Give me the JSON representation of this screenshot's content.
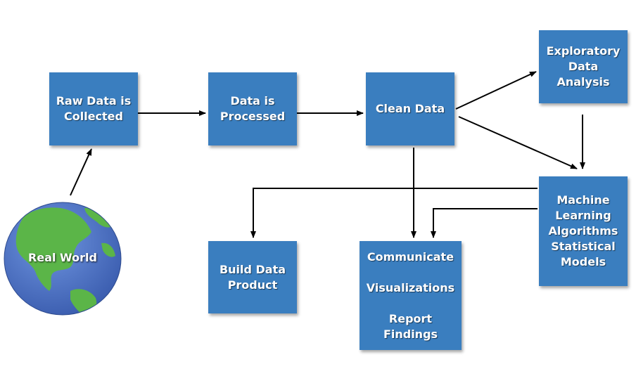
{
  "nodes": {
    "raw": [
      "Raw Data is",
      "Collected"
    ],
    "processed": [
      "Data is",
      "Processed"
    ],
    "clean": [
      "Clean Data"
    ],
    "eda": [
      "Exploratory",
      "Data",
      "Analysis"
    ],
    "ml": [
      "Machine",
      "Learning",
      "Algorithms",
      "Statistical",
      "Models"
    ],
    "product": [
      "Build Data",
      "Product"
    ],
    "communicate": [
      "Communicate",
      "Visualizations",
      "Report",
      "Findings"
    ]
  },
  "globe": {
    "label": "Real World"
  },
  "colors": {
    "box": "#3a7ebf",
    "ocean": "#4a6fc4",
    "land": "#5bb548",
    "arrow": "#000000"
  }
}
